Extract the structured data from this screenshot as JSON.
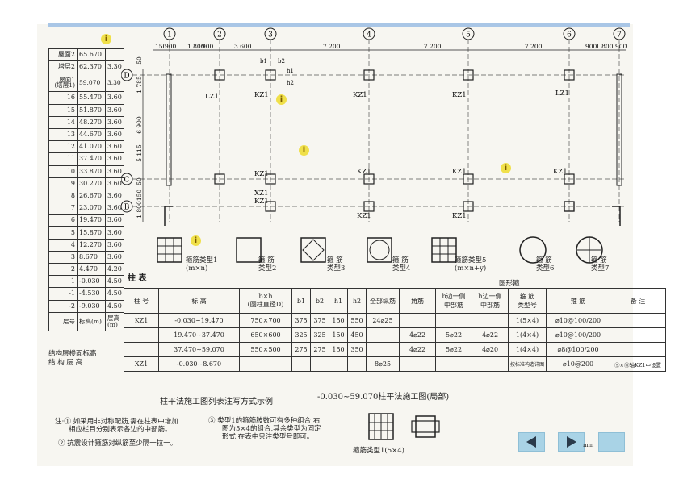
{
  "levels": [
    {
      "name": "屋面2",
      "elev": "65.670",
      "h": ""
    },
    {
      "name": "塔层2",
      "elev": "62.370",
      "h": "3.30"
    },
    {
      "name": "屋面1\n(塔层1)",
      "elev": "59.070",
      "h": "3.30"
    },
    {
      "name": "16",
      "elev": "55.470",
      "h": "3.60"
    },
    {
      "name": "15",
      "elev": "51.870",
      "h": "3.60"
    },
    {
      "name": "14",
      "elev": "48.270",
      "h": "3.60"
    },
    {
      "name": "13",
      "elev": "44.670",
      "h": "3.60"
    },
    {
      "name": "12",
      "elev": "41.070",
      "h": "3.60"
    },
    {
      "name": "11",
      "elev": "37.470",
      "h": "3.60"
    },
    {
      "name": "10",
      "elev": "33.870",
      "h": "3.60"
    },
    {
      "name": "9",
      "elev": "30.270",
      "h": "3.60"
    },
    {
      "name": "8",
      "elev": "26.670",
      "h": "3.60"
    },
    {
      "name": "7",
      "elev": "23.070",
      "h": "3.60"
    },
    {
      "name": "6",
      "elev": "19.470",
      "h": "3.60"
    },
    {
      "name": "5",
      "elev": "15.870",
      "h": "3.60"
    },
    {
      "name": "4",
      "elev": "12.270",
      "h": "3.60"
    },
    {
      "name": "3",
      "elev": "8.670",
      "h": "3.60"
    },
    {
      "name": "2",
      "elev": "4.470",
      "h": "4.20"
    },
    {
      "name": "1",
      "elev": "-0.030",
      "h": "4.50"
    },
    {
      "name": "-1",
      "elev": "-4.530",
      "h": "4.50"
    },
    {
      "name": "-2",
      "elev": "-9.030",
      "h": "4.50"
    }
  ],
  "level_footer": {
    "name": "层号",
    "elev": "标高(m)",
    "h": "层高\n(m)"
  },
  "struct_note": "结构层楼面标高\n结 构 层 高",
  "axes": {
    "nums": [
      "1",
      "2",
      "3",
      "4",
      "5",
      "6",
      "7"
    ],
    "letters": [
      "D",
      "C",
      "B"
    ],
    "dims_top": [
      "150",
      "900",
      "1 800",
      "900",
      "3 600",
      "7 200",
      "7 200",
      "7 200",
      "900",
      "1 800",
      "900",
      "1"
    ],
    "dims_side": [
      "50",
      "1 785",
      "6 900",
      "5 115",
      "50",
      "150",
      "1 800"
    ]
  },
  "plan_labels": {
    "kz1": "KZ1",
    "xz1": "XZ1",
    "lz1": "LZ1",
    "b1": "b1",
    "b2": "b2",
    "h1": "h1",
    "h2": "h2"
  },
  "stirrup_types": [
    {
      "label": "箍筋类型1\n(m×n)"
    },
    {
      "label": "箍 筋\n类型2"
    },
    {
      "label": "箍 筋\n类型3"
    },
    {
      "label": "箍 筋\n类型4"
    },
    {
      "label": "箍筋类型5\n(m×n+y)"
    },
    {
      "label": "箍 筋\n类型6"
    },
    {
      "label": "箍 筋\n类型7"
    }
  ],
  "round_label": "圆形箍",
  "table_title": "柱 表",
  "table": {
    "headers": [
      "柱 号",
      "标 高",
      "b×h\n(圆柱直径D)",
      "b1",
      "b2",
      "h1",
      "h2",
      "全部纵筋",
      "角筋",
      "b边一侧\n中部筋",
      "h边一侧\n中部筋",
      "箍 筋\n类型号",
      "箍 筋",
      "备 注"
    ],
    "rows": [
      [
        "KZ1",
        "-0.030~19.470",
        "750×700",
        "375",
        "375",
        "150",
        "550",
        "24⌀25",
        "",
        "",
        "",
        "1(5×4)",
        "⌀10@100/200",
        ""
      ],
      [
        "",
        "19.470~37.470",
        "650×600",
        "325",
        "325",
        "150",
        "450",
        "",
        "4⌀22",
        "5⌀22",
        "4⌀22",
        "1(4×4)",
        "⌀10@100/200",
        ""
      ],
      [
        "",
        "37.470~59.070",
        "550×500",
        "275",
        "275",
        "150",
        "350",
        "",
        "4⌀22",
        "5⌀22",
        "4⌀20",
        "1(4×4)",
        "⌀8@100/200",
        ""
      ],
      [
        "XZ1",
        "-0.030~8.670",
        "",
        "",
        "",
        "",
        "",
        "8⌀25",
        "",
        "",
        "",
        "按标准构造详图",
        "⌀10@200",
        "⑤×⑩轴KZ1中设置"
      ]
    ]
  },
  "caption_left": "柱平法施工图列表注写方式示例",
  "caption_right": "-0.030~59.070柱平法施工图(局部)",
  "notes": [
    "注:① 如采用非对称配筋,需在柱表中增加\n　　相应栏目分别表示各边的中部筋。",
    "② 抗震设计箍筋对纵筋至少隔一拉一。",
    "③ 类型1的箍筋肢数可有多种组合,右\n　　图为5×4的组合,其余类型为固定\n　　形式,在表中只注类型号即可。"
  ],
  "bottom_stirrup_label": "箍筋类型1(5×4)",
  "unit": "mm",
  "info_glyph": "i",
  "colors": {
    "accent": "#a9d3e6",
    "info": "#f0e04a"
  }
}
